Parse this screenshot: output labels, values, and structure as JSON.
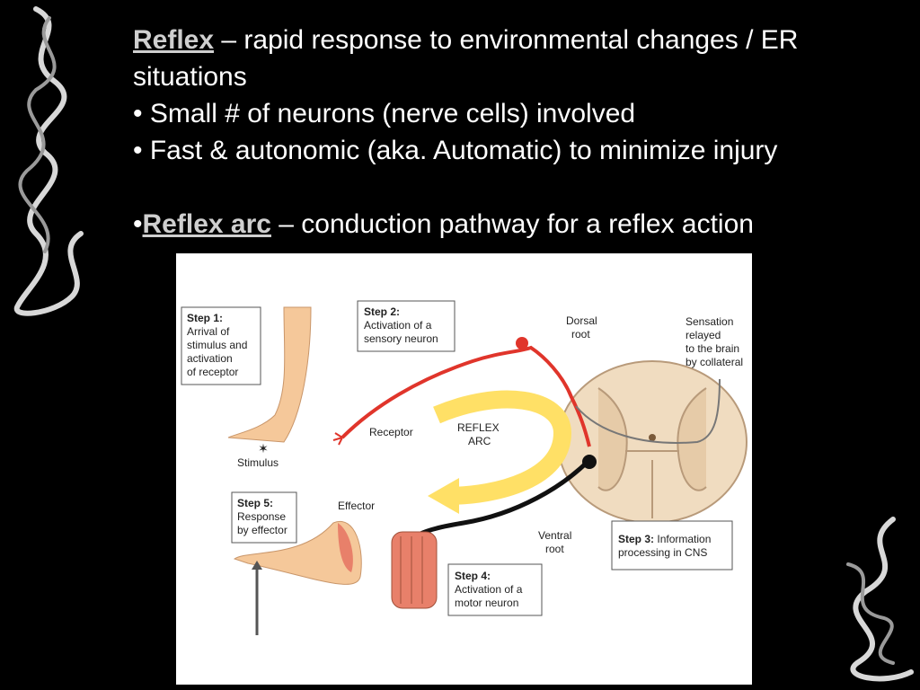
{
  "slide": {
    "line1_term": "Reflex",
    "line1_rest": " – rapid response to environmental changes / ER situations",
    "bullet1": "• Small # of neurons (nerve cells) involved",
    "bullet2": "• Fast & autonomic (aka. Automatic) to minimize injury",
    "bullet3_prefix": "•",
    "bullet3_term": "Reflex arc",
    "bullet3_rest": " – conduction pathway for a reflex action"
  },
  "figure": {
    "step1": [
      "Step 1:",
      "Arrival of",
      "stimulus and",
      "activation",
      "of receptor"
    ],
    "step2": [
      "Step 2:",
      "Activation of a",
      "sensory neuron"
    ],
    "step3": [
      "Step 3:",
      "Information",
      "processing in CNS"
    ],
    "step4": [
      "Step 4:",
      "Activation of a",
      "motor neuron"
    ],
    "step5": [
      "Step 5:",
      "Response",
      "by effector"
    ],
    "labels": {
      "dorsal_root": [
        "Dorsal",
        "root"
      ],
      "sensation": [
        "Sensation",
        "relayed",
        "to the brain",
        "by collateral"
      ],
      "receptor": "Receptor",
      "reflex_arc": [
        "REFLEX",
        "ARC"
      ],
      "stimulus": "Stimulus",
      "effector": "Effector",
      "ventral_root": [
        "Ventral",
        "root"
      ]
    },
    "colors": {
      "sensory": "#e0352b",
      "motor": "#111111",
      "arrow": "#ffe066",
      "cord": "#f0dcc0",
      "skin": "#f5c89a",
      "muscle": "#e8806a"
    }
  }
}
